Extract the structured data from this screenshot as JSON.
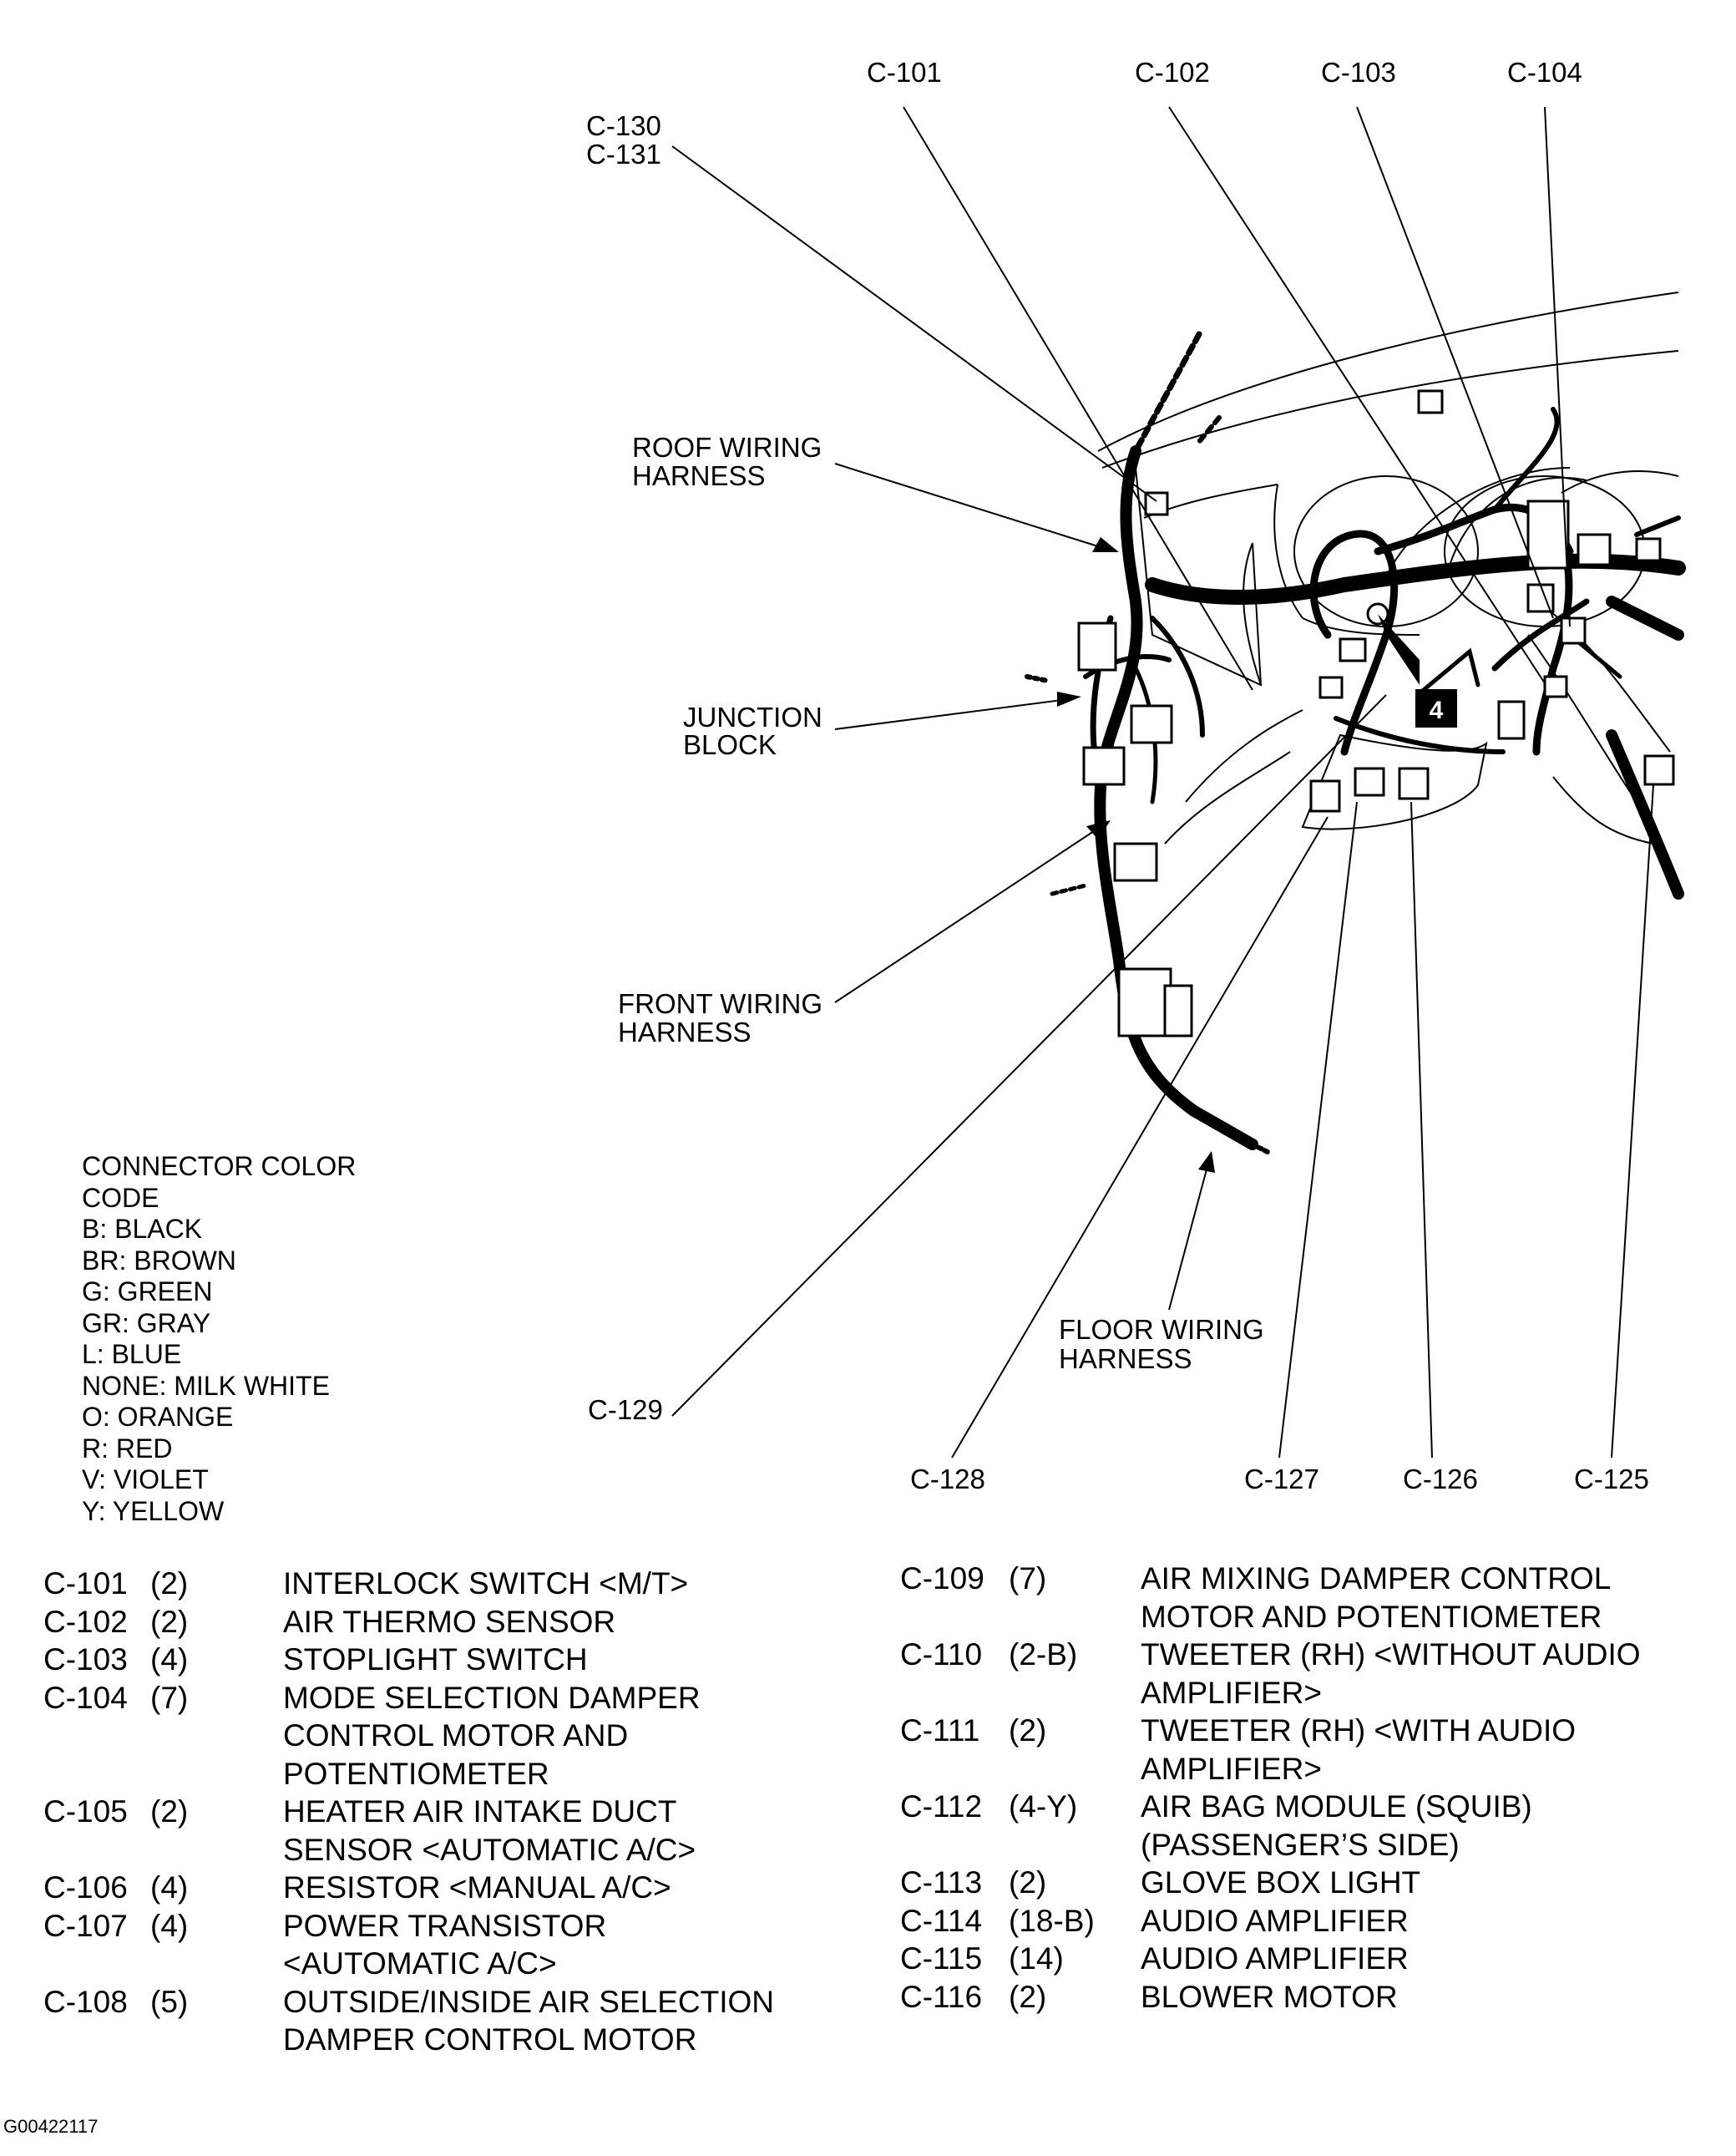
{
  "callouts": {
    "c101": "C-101",
    "c102": "C-102",
    "c103": "C-103",
    "c104": "C-104",
    "c130": "C-130",
    "c131": "C-131",
    "c129": "C-129",
    "c128": "C-128",
    "c127": "C-127",
    "c126": "C-126",
    "c125": "C-125",
    "roof_1": "ROOF WIRING",
    "roof_2": "HARNESS",
    "junction_1": "JUNCTION",
    "junction_2": "BLOCK",
    "front_1": "FRONT WIRING",
    "front_2": "HARNESS",
    "floor_1": "FLOOR WIRING",
    "floor_2": "HARNESS",
    "badge": "4"
  },
  "color_code": {
    "title_1": "CONNECTOR COLOR",
    "title_2": "CODE",
    "entries": [
      "B: BLACK",
      "BR: BROWN",
      "G: GREEN",
      "GR: GRAY",
      "L: BLUE",
      "NONE: MILK WHITE",
      "O: ORANGE",
      "R: RED",
      "V: VIOLET",
      "Y: YELLOW"
    ]
  },
  "connectors_left": [
    {
      "id": "C-101",
      "pins": "(2)",
      "desc": "INTERLOCK SWITCH <M/T>"
    },
    {
      "id": "C-102",
      "pins": "(2)",
      "desc": "AIR THERMO SENSOR"
    },
    {
      "id": "C-103",
      "pins": "(4)",
      "desc": "STOPLIGHT SWITCH"
    },
    {
      "id": "C-104",
      "pins": "(7)",
      "desc": "MODE SELECTION DAMPER\nCONTROL MOTOR AND\nPOTENTIOMETER"
    },
    {
      "id": "C-105",
      "pins": "(2)",
      "desc": "HEATER AIR INTAKE DUCT\nSENSOR <AUTOMATIC A/C>"
    },
    {
      "id": "C-106",
      "pins": "(4)",
      "desc": "RESISTOR <MANUAL A/C>"
    },
    {
      "id": "C-107",
      "pins": "(4)",
      "desc": "POWER TRANSISTOR\n<AUTOMATIC A/C>"
    },
    {
      "id": "C-108",
      "pins": "(5)",
      "desc": "OUTSIDE/INSIDE AIR SELECTION\nDAMPER CONTROL MOTOR"
    }
  ],
  "connectors_right": [
    {
      "id": "C-109",
      "pins": "(7)",
      "desc": "AIR MIXING DAMPER CONTROL\nMOTOR AND POTENTIOMETER"
    },
    {
      "id": "C-110",
      "pins": "(2-B)",
      "desc": "TWEETER (RH) <WITHOUT AUDIO\nAMPLIFIER>"
    },
    {
      "id": "C-111",
      "pins": "(2)",
      "desc": "TWEETER (RH) <WITH AUDIO\nAMPLIFIER>"
    },
    {
      "id": "C-112",
      "pins": "(4-Y)",
      "desc": "AIR BAG MODULE (SQUIB)\n(PASSENGER’S SIDE)"
    },
    {
      "id": "C-113",
      "pins": "(2)",
      "desc": "GLOVE BOX LIGHT"
    },
    {
      "id": "C-114",
      "pins": "(18-B)",
      "desc": "AUDIO AMPLIFIER"
    },
    {
      "id": "C-115",
      "pins": "(14)",
      "desc": "AUDIO AMPLIFIER"
    },
    {
      "id": "C-116",
      "pins": "(2)",
      "desc": "BLOWER MOTOR"
    }
  ],
  "figure_id": "G00422117"
}
